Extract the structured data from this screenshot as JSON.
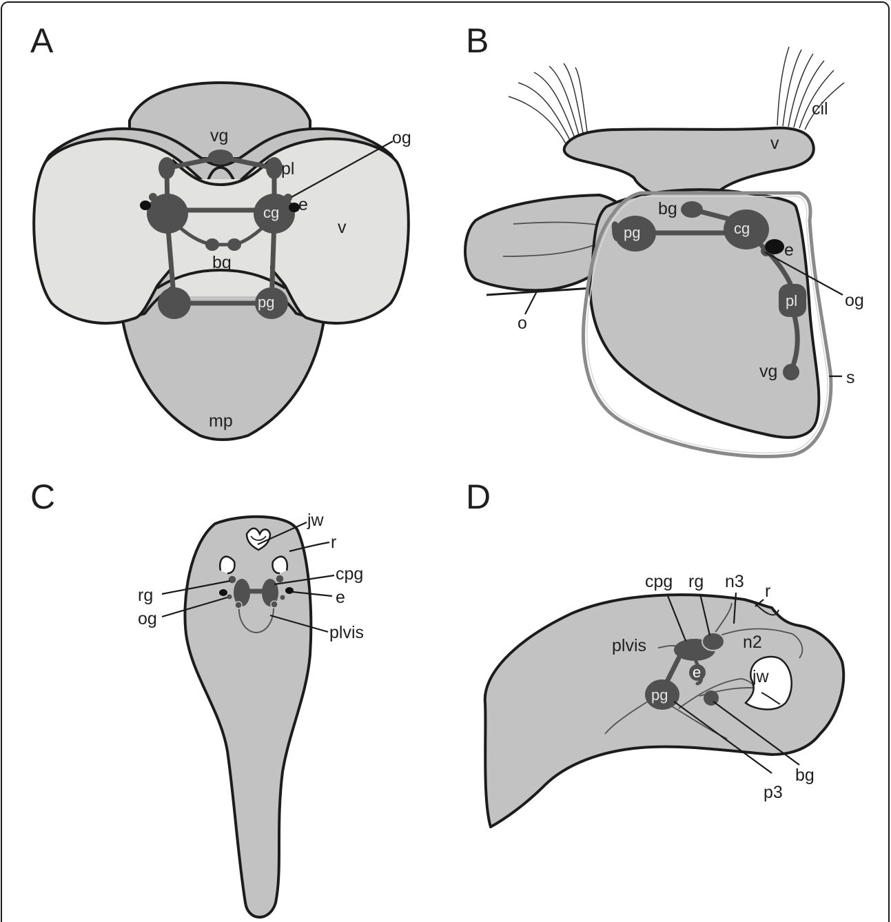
{
  "panels": {
    "A": {
      "letter": "A",
      "labels": {
        "vg": "vg",
        "pl": "pl",
        "og": "og",
        "cg": "cg",
        "e": "e",
        "v": "v",
        "bg": "bg",
        "pg": "pg",
        "mp": "mp"
      }
    },
    "B": {
      "letter": "B",
      "labels": {
        "cil": "cil",
        "v": "v",
        "bg": "bg",
        "cg": "cg",
        "pg": "pg",
        "e": "e",
        "og": "og",
        "pl": "pl",
        "o": "o",
        "vg": "vg",
        "s": "s"
      }
    },
    "C": {
      "letter": "C",
      "labels": {
        "jw": "jw",
        "r": "r",
        "cpg": "cpg",
        "rg": "rg",
        "e": "e",
        "og": "og",
        "plvis": "plvis"
      }
    },
    "D": {
      "letter": "D",
      "labels": {
        "cpg": "cpg",
        "rg": "rg",
        "n3": "n3",
        "r": "r",
        "plvis": "plvis",
        "n2": "n2",
        "e": "e",
        "jw": "jw",
        "pg": "pg",
        "p3": "p3",
        "bg": "bg"
      }
    }
  },
  "colors": {
    "body": "#c2c2c2",
    "velum": "#e2e2e0",
    "ganglion": "#505050",
    "eye": "#111111",
    "outline": "#1c1c1c",
    "shell": "#8a8a8a"
  }
}
